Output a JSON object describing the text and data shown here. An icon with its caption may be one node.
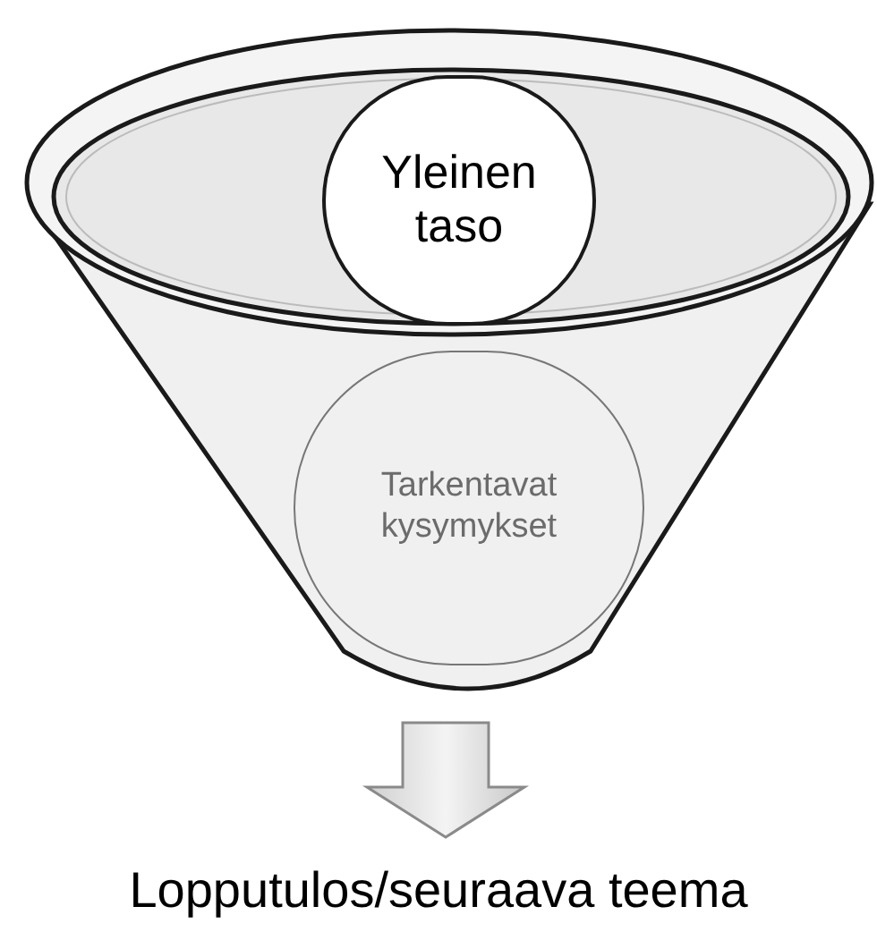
{
  "diagram": {
    "nodes": [
      {
        "text": [],
        "shape": "funnel"
      },
      {
        "text": [
          "Yleinen taso"
        ]
      },
      {
        "text": [
          "Tarkentavat kysymykset"
        ],
        "in": 0
      },
      {
        "text": [
          "Lopputulos/seuraava teema"
        ]
      }
    ],
    "edges": [
      {
        "from": 0,
        "to": 3,
        "arrow": "to",
        "style": "thick"
      }
    ]
  }
}
